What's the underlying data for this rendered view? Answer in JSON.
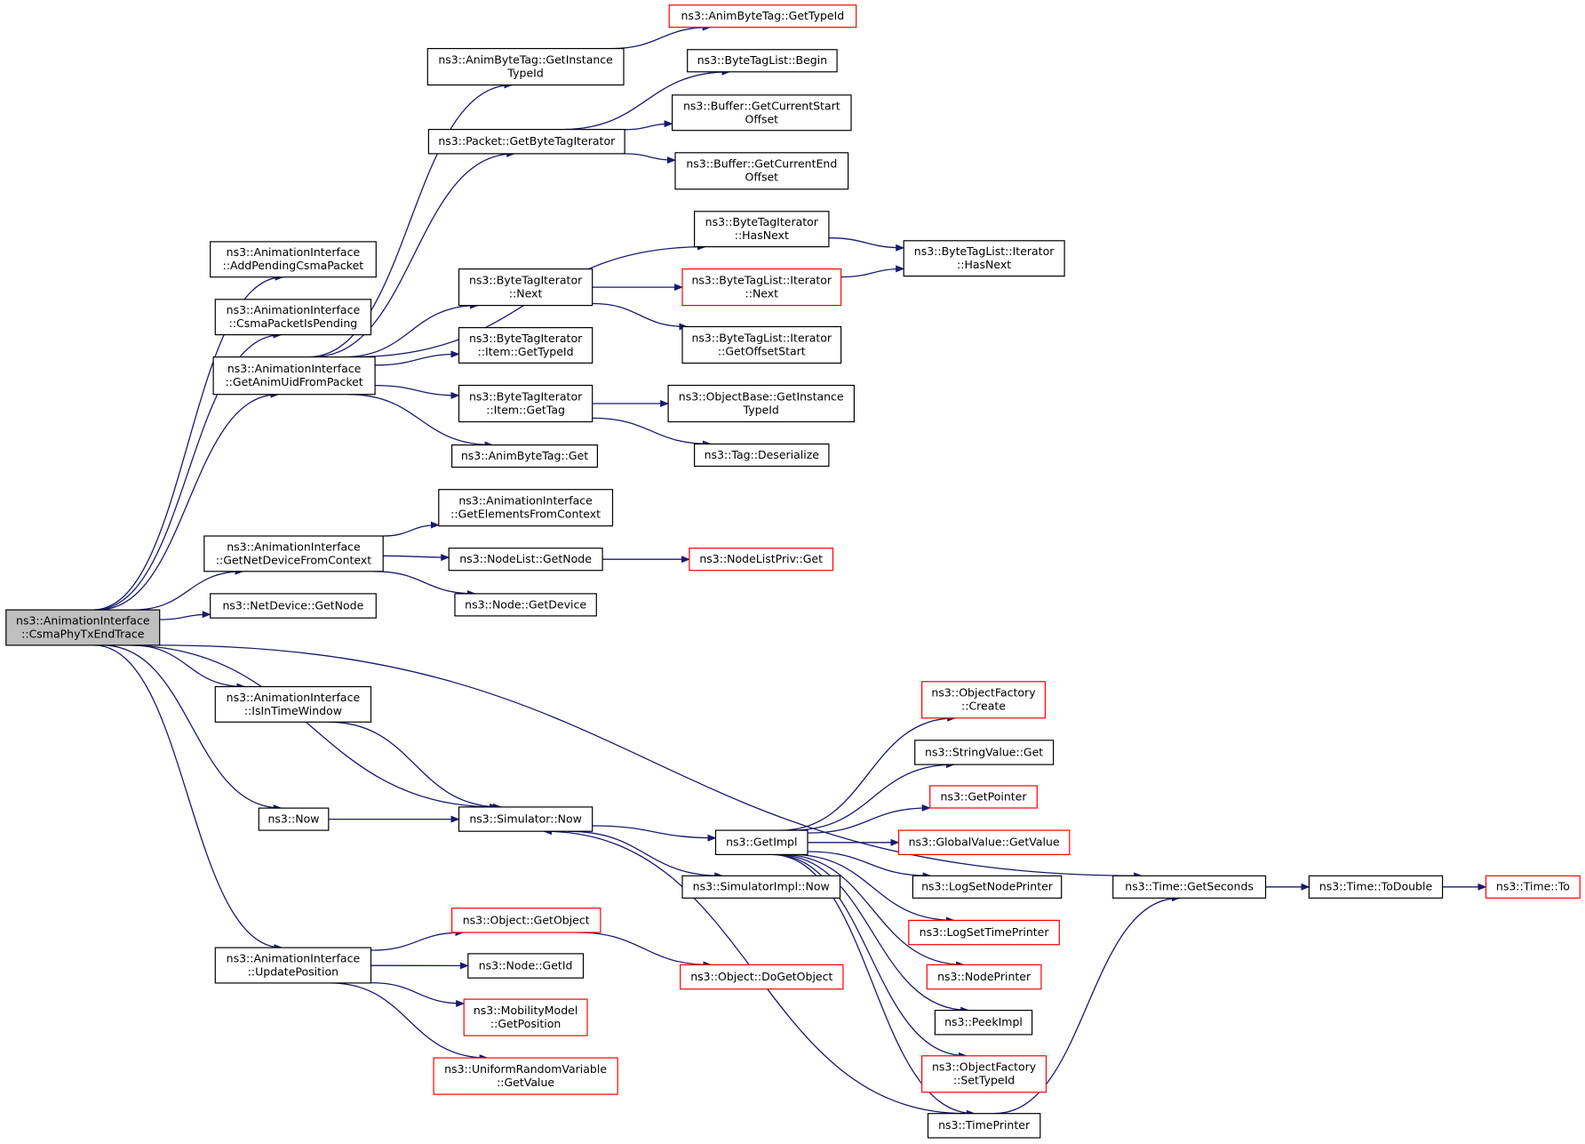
{
  "graph": {
    "colors": {
      "edge": "#191970",
      "node_border": "#000000",
      "external_border": "#ff0000",
      "root_fill": "#bfbfbf"
    },
    "nodes": [
      {
        "id": "root",
        "lines": [
          "ns3::AnimationInterface",
          "::CsmaPhyTxEndTrace"
        ],
        "style": "root"
      },
      {
        "id": "addPending",
        "lines": [
          "ns3::AnimationInterface",
          "::AddPendingCsmaPacket"
        ]
      },
      {
        "id": "isPending",
        "lines": [
          "ns3::AnimationInterface",
          "::CsmaPacketIsPending"
        ]
      },
      {
        "id": "getAnimUid",
        "lines": [
          "ns3::AnimationInterface",
          "::GetAnimUidFromPacket"
        ]
      },
      {
        "id": "getNetDev",
        "lines": [
          "ns3::AnimationInterface",
          "::GetNetDeviceFromContext"
        ]
      },
      {
        "id": "ndGetNode",
        "lines": [
          "ns3::NetDevice::GetNode"
        ]
      },
      {
        "id": "isInTime",
        "lines": [
          "ns3::AnimationInterface",
          "::IsInTimeWindow"
        ]
      },
      {
        "id": "now",
        "lines": [
          "ns3::Now"
        ]
      },
      {
        "id": "updatePos",
        "lines": [
          "ns3::AnimationInterface",
          "::UpdatePosition"
        ]
      },
      {
        "id": "abtGetInst",
        "lines": [
          "ns3::AnimByteTag::GetInstance",
          "TypeId"
        ]
      },
      {
        "id": "abtGetTypeId",
        "lines": [
          "ns3::AnimByteTag::GetTypeId"
        ],
        "style": "red"
      },
      {
        "id": "pktGetBTI",
        "lines": [
          "ns3::Packet::GetByteTagIterator"
        ]
      },
      {
        "id": "btlBegin",
        "lines": [
          "ns3::ByteTagList::Begin"
        ]
      },
      {
        "id": "bufStart",
        "lines": [
          "ns3::Buffer::GetCurrentStart",
          "Offset"
        ]
      },
      {
        "id": "bufEnd",
        "lines": [
          "ns3::Buffer::GetCurrentEnd",
          "Offset"
        ]
      },
      {
        "id": "btiHasNext",
        "lines": [
          "ns3::ByteTagIterator",
          "::HasNext"
        ]
      },
      {
        "id": "btliHasNext",
        "lines": [
          "ns3::ByteTagList::Iterator",
          "::HasNext"
        ]
      },
      {
        "id": "btiNext",
        "lines": [
          "ns3::ByteTagIterator",
          "::Next"
        ]
      },
      {
        "id": "btliNext",
        "lines": [
          "ns3::ByteTagList::Iterator",
          "::Next"
        ],
        "style": "red"
      },
      {
        "id": "btliOffset",
        "lines": [
          "ns3::ByteTagList::Iterator",
          "::GetOffsetStart"
        ]
      },
      {
        "id": "btiItemTypeId",
        "lines": [
          "ns3::ByteTagIterator",
          "::Item::GetTypeId"
        ]
      },
      {
        "id": "btiItemGetTag",
        "lines": [
          "ns3::ByteTagIterator",
          "::Item::GetTag"
        ]
      },
      {
        "id": "obGetInst",
        "lines": [
          "ns3::ObjectBase::GetInstance",
          "TypeId"
        ]
      },
      {
        "id": "tagDeser",
        "lines": [
          "ns3::Tag::Deserialize"
        ]
      },
      {
        "id": "abtGet",
        "lines": [
          "ns3::AnimByteTag::Get"
        ]
      },
      {
        "id": "getElems",
        "lines": [
          "ns3::AnimationInterface",
          "::GetElementsFromContext"
        ]
      },
      {
        "id": "nlGetNode",
        "lines": [
          "ns3::NodeList::GetNode"
        ]
      },
      {
        "id": "nlpGet",
        "lines": [
          "ns3::NodeListPriv::Get"
        ],
        "style": "red"
      },
      {
        "id": "nodeGetDev",
        "lines": [
          "ns3::Node::GetDevice"
        ]
      },
      {
        "id": "simNow",
        "lines": [
          "ns3::Simulator::Now"
        ]
      },
      {
        "id": "getImpl",
        "lines": [
          "ns3::GetImpl"
        ]
      },
      {
        "id": "simImplNow",
        "lines": [
          "ns3::SimulatorImpl::Now"
        ]
      },
      {
        "id": "ofCreate",
        "lines": [
          "ns3::ObjectFactory",
          "::Create"
        ],
        "style": "red"
      },
      {
        "id": "svGet",
        "lines": [
          "ns3::StringValue::Get"
        ]
      },
      {
        "id": "getPointer",
        "lines": [
          "ns3::GetPointer"
        ],
        "style": "red"
      },
      {
        "id": "gvGetValue",
        "lines": [
          "ns3::GlobalValue::GetValue"
        ],
        "style": "red"
      },
      {
        "id": "logNode",
        "lines": [
          "ns3::LogSetNodePrinter"
        ]
      },
      {
        "id": "logTime",
        "lines": [
          "ns3::LogSetTimePrinter"
        ],
        "style": "red"
      },
      {
        "id": "nodePrinter",
        "lines": [
          "ns3::NodePrinter"
        ],
        "style": "red"
      },
      {
        "id": "peekImpl",
        "lines": [
          "ns3::PeekImpl"
        ]
      },
      {
        "id": "ofSetType",
        "lines": [
          "ns3::ObjectFactory",
          "::SetTypeId"
        ],
        "style": "red"
      },
      {
        "id": "timePrinter",
        "lines": [
          "ns3::TimePrinter"
        ]
      },
      {
        "id": "timeSecs",
        "lines": [
          "ns3::Time::GetSeconds"
        ]
      },
      {
        "id": "timeDouble",
        "lines": [
          "ns3::Time::ToDouble"
        ]
      },
      {
        "id": "timeTo",
        "lines": [
          "ns3::Time::To"
        ],
        "style": "red"
      },
      {
        "id": "objGetObj",
        "lines": [
          "ns3::Object::GetObject"
        ],
        "style": "red"
      },
      {
        "id": "nodeGetId",
        "lines": [
          "ns3::Node::GetId"
        ]
      },
      {
        "id": "objDoGet",
        "lines": [
          "ns3::Object::DoGetObject"
        ],
        "style": "red"
      },
      {
        "id": "mmGetPos",
        "lines": [
          "ns3::MobilityModel",
          "::GetPosition"
        ],
        "style": "red"
      },
      {
        "id": "urvGetValue",
        "lines": [
          "ns3::UniformRandomVariable",
          "::GetValue"
        ],
        "style": "red"
      }
    ],
    "edges": [
      [
        "root",
        "addPending"
      ],
      [
        "root",
        "isPending"
      ],
      [
        "root",
        "getAnimUid"
      ],
      [
        "root",
        "getNetDev"
      ],
      [
        "root",
        "ndGetNode"
      ],
      [
        "root",
        "isInTime"
      ],
      [
        "root",
        "now"
      ],
      [
        "root",
        "simNow"
      ],
      [
        "root",
        "updatePos"
      ],
      [
        "root",
        "timeSecs"
      ],
      [
        "getAnimUid",
        "abtGetInst"
      ],
      [
        "getAnimUid",
        "pktGetBTI"
      ],
      [
        "getAnimUid",
        "btiHasNext"
      ],
      [
        "getAnimUid",
        "btiNext"
      ],
      [
        "getAnimUid",
        "btiItemTypeId"
      ],
      [
        "getAnimUid",
        "btiItemGetTag"
      ],
      [
        "getAnimUid",
        "abtGet"
      ],
      [
        "abtGetInst",
        "abtGetTypeId"
      ],
      [
        "pktGetBTI",
        "btlBegin"
      ],
      [
        "pktGetBTI",
        "bufStart"
      ],
      [
        "pktGetBTI",
        "bufEnd"
      ],
      [
        "btiHasNext",
        "btliHasNext"
      ],
      [
        "btiNext",
        "btliNext"
      ],
      [
        "btiNext",
        "btliOffset"
      ],
      [
        "btliNext",
        "btliHasNext"
      ],
      [
        "btiItemGetTag",
        "obGetInst"
      ],
      [
        "btiItemGetTag",
        "tagDeser"
      ],
      [
        "getNetDev",
        "getElems"
      ],
      [
        "getNetDev",
        "nlGetNode"
      ],
      [
        "getNetDev",
        "nodeGetDev"
      ],
      [
        "nlGetNode",
        "nlpGet"
      ],
      [
        "isInTime",
        "simNow"
      ],
      [
        "now",
        "simNow"
      ],
      [
        "simNow",
        "getImpl"
      ],
      [
        "simNow",
        "simImplNow"
      ],
      [
        "getImpl",
        "ofCreate"
      ],
      [
        "getImpl",
        "svGet"
      ],
      [
        "getImpl",
        "getPointer"
      ],
      [
        "getImpl",
        "gvGetValue"
      ],
      [
        "getImpl",
        "logNode"
      ],
      [
        "getImpl",
        "logTime"
      ],
      [
        "getImpl",
        "nodePrinter"
      ],
      [
        "getImpl",
        "peekImpl"
      ],
      [
        "getImpl",
        "ofSetType"
      ],
      [
        "getImpl",
        "timePrinter"
      ],
      [
        "timePrinter",
        "simNow"
      ],
      [
        "timePrinter",
        "timeSecs"
      ],
      [
        "timeSecs",
        "timeDouble"
      ],
      [
        "timeDouble",
        "timeTo"
      ],
      [
        "updatePos",
        "objGetObj"
      ],
      [
        "updatePos",
        "nodeGetId"
      ],
      [
        "updatePos",
        "mmGetPos"
      ],
      [
        "updatePos",
        "urvGetValue"
      ],
      [
        "objGetObj",
        "objDoGet"
      ]
    ]
  }
}
